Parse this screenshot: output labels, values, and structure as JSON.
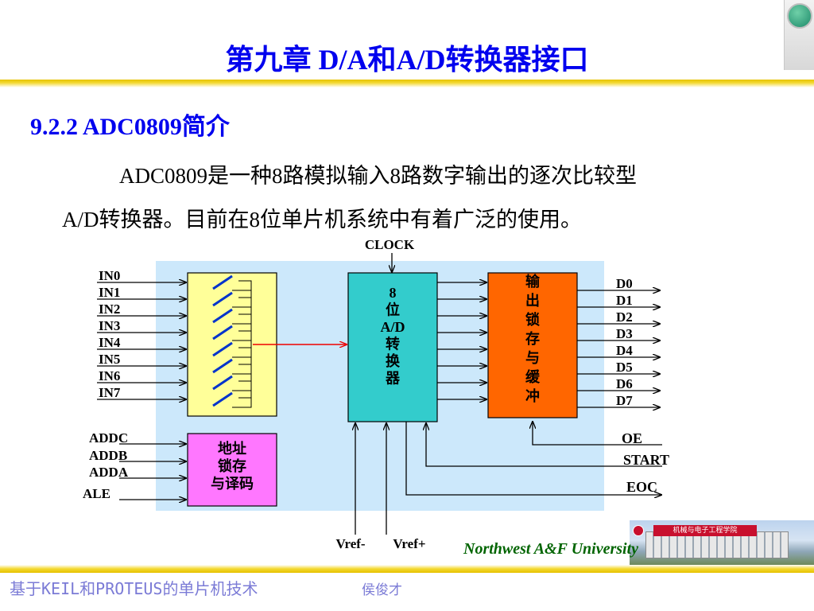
{
  "title": "第九章  D/A和A/D转换器接口",
  "section": "9.2.2  ADC0809简介",
  "paragraph": {
    "line1": "ADC0809是一种8路模拟输入8路数字输出的逐次比较型",
    "line2": "A/D转换器。目前在8位单片机系统中有着广泛的使用。"
  },
  "diagram": {
    "clock_label": "CLOCK",
    "inputs": [
      "IN0",
      "IN1",
      "IN2",
      "IN3",
      "IN4",
      "IN5",
      "IN6",
      "IN7"
    ],
    "outputs": [
      "D0",
      "D1",
      "D2",
      "D3",
      "D4",
      "D5",
      "D6",
      "D7"
    ],
    "address_labels": [
      "ADDC",
      "ADDB",
      "ADDA",
      "ALE"
    ],
    "address_block": [
      "地址",
      "锁存",
      "与译码"
    ],
    "converter_block": [
      "8",
      "位",
      "A/D",
      "转",
      "换",
      "器"
    ],
    "latch_block": [
      "输",
      "出",
      "锁",
      "存",
      "与",
      "缓",
      "冲"
    ],
    "control_labels": {
      "oe": "OE",
      "start": "START",
      "eoc": "EOC"
    },
    "vref_labels": {
      "minus": "Vref-",
      "plus": "Vref+"
    },
    "colors": {
      "panel": "#cce8fb",
      "switch_block": "#ffff99",
      "address_block": "#ff77ff",
      "converter_block": "#33cccc",
      "latch_block": "#ff6600",
      "switch_line": "#0033cc",
      "bus_arrow": "#ee0000"
    }
  },
  "university": "Northwest  A&F  University",
  "campus_banner": "机械与电子工程学院",
  "footer": {
    "course": "基于KEIL和PROTEUS的单片机技术",
    "author": "侯俊才"
  }
}
